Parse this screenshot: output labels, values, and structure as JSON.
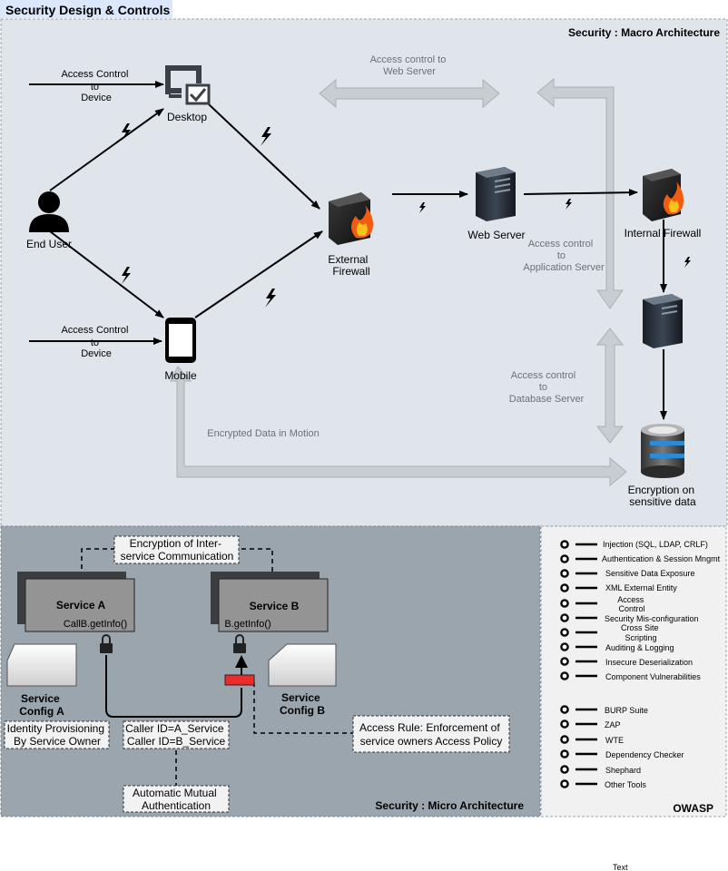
{
  "title": "Security Design & Controls",
  "macro": {
    "heading": "Security : Macro Architecture",
    "access_device_top": [
      "Access Control",
      "to",
      "Device"
    ],
    "access_device_bottom": [
      "Access Control",
      "to",
      "Device"
    ],
    "desktop_label": "Desktop",
    "end_user_label": "End User",
    "mobile_label": "Mobile",
    "external_firewall_label": [
      "External",
      "Firewall"
    ],
    "web_server_label": "Web Server",
    "internal_firewall_label": "Internal Firewall",
    "access_web_server": [
      "Access control to",
      "Web Server"
    ],
    "access_app_server": [
      "Access control",
      "to",
      "Application Server"
    ],
    "access_db_server": [
      "Access control",
      "to",
      "Database Server"
    ],
    "encrypted_motion": "Encrypted Data in Motion",
    "encryption_sensitive": [
      "Encryption on",
      "sensitive data"
    ]
  },
  "micro": {
    "heading": "Security : Micro Architecture",
    "service_a_title": "Service A",
    "service_a_call": "CallB.getInfo()",
    "service_b_title": "Service B",
    "service_b_call": "B.getInfo()",
    "config_a_label": [
      "Service",
      "Config A"
    ],
    "config_b_label": [
      "Service",
      "Config B"
    ],
    "inter_service_enc": [
      "Encryption of Inter-",
      "service Communication"
    ],
    "identity_provisioning": [
      "Identity Provisioning",
      "By Service Owner"
    ],
    "caller_ids": [
      "Caller ID=A_Service",
      "Caller ID=B_Service"
    ],
    "access_rule": [
      "Access Rule: Enforcement of",
      "service owners Access Policy"
    ],
    "mutual_auth": [
      "Automatic Mutual",
      "Authentication"
    ]
  },
  "owasp": {
    "heading": "OWASP",
    "items": [
      "Injection (SQL, LDAP, CRLF)",
      "Authentication & Session Mngmt",
      "Sensitive Data Exposure",
      "XML External Entity",
      "Access Control",
      "Security Mis-configuration",
      "Cross Site Scripting",
      "Auditing & Logging",
      "Insecure Deserialization",
      "Component Vulnerabilities"
    ],
    "access_control_lines": [
      "Access",
      "Control"
    ],
    "cross_site_lines": [
      "Cross Site",
      "Scripting"
    ],
    "tools": [
      "BURP Suite",
      "ZAP",
      "WTE",
      "Dependency Checker",
      "Shephard",
      "Other Tools"
    ]
  },
  "footer_text": "Text",
  "colors": {
    "macro_bg": "#dfe5eb",
    "micro_bg": "#9ba5ae",
    "owasp_bg": "#f1f1f1",
    "title_bg": "#dbe8fb",
    "gray_arrow": "#c8cdd1",
    "red_marker": "#ee2b2b"
  }
}
